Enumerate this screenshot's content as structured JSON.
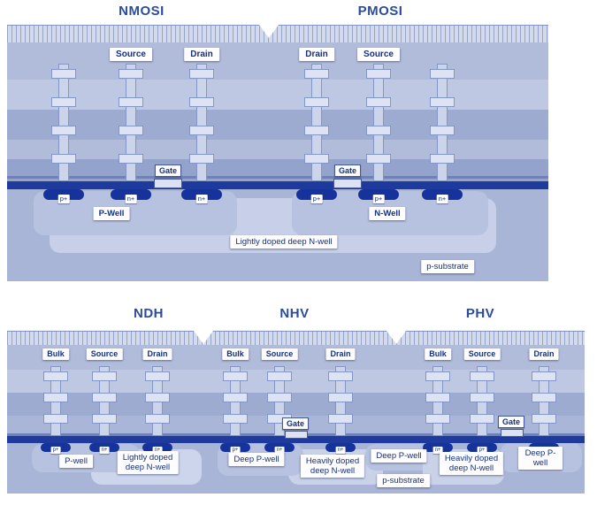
{
  "colors": {
    "substrate": "#a8b5d6",
    "metal_light": "#bec8e2",
    "metal_mid": "#9dabd1",
    "dark_band": "#1d3a9c",
    "implant_blob": "#16339b",
    "well_fill": "#b7c2e0",
    "deep_nwell_fill": "#c7d0e8",
    "label_text": "#15307e",
    "title_text": "#2b4ba0",
    "label_box_bg": "#fdfdff"
  },
  "top": {
    "titles": [
      "NMOSI",
      "PMOSI"
    ],
    "terminals": [
      "Source",
      "Drain",
      "Drain",
      "Source"
    ],
    "gates": [
      "Gate",
      "Gate"
    ],
    "implants": [
      "p+",
      "n+",
      "n+",
      "p+",
      "p+",
      "n+"
    ],
    "wells": [
      "P-Well",
      "N-Well"
    ],
    "deep_well": "Lightly doped deep N-well",
    "substrate": "p-substrate"
  },
  "bottom": {
    "titles": [
      "NDH",
      "NHV",
      "PHV"
    ],
    "terminals": [
      "Bulk",
      "Source",
      "Drain",
      "Bulk",
      "Source",
      "Drain",
      "Bulk",
      "Source",
      "Drain"
    ],
    "gates": [
      "Gate",
      "Gate"
    ],
    "implants": [
      "p+",
      "n+",
      "n+",
      "p+",
      "n+",
      "n+",
      "n+",
      "p+",
      "p+"
    ],
    "regions": [
      "P-well",
      "Lightly doped\ndeep N-well",
      "Deep P-well",
      "Heavily doped\ndeep N-well",
      "Deep P-well",
      "p-substrate",
      "Heavily doped\ndeep N-well",
      "Deep P-well"
    ]
  }
}
